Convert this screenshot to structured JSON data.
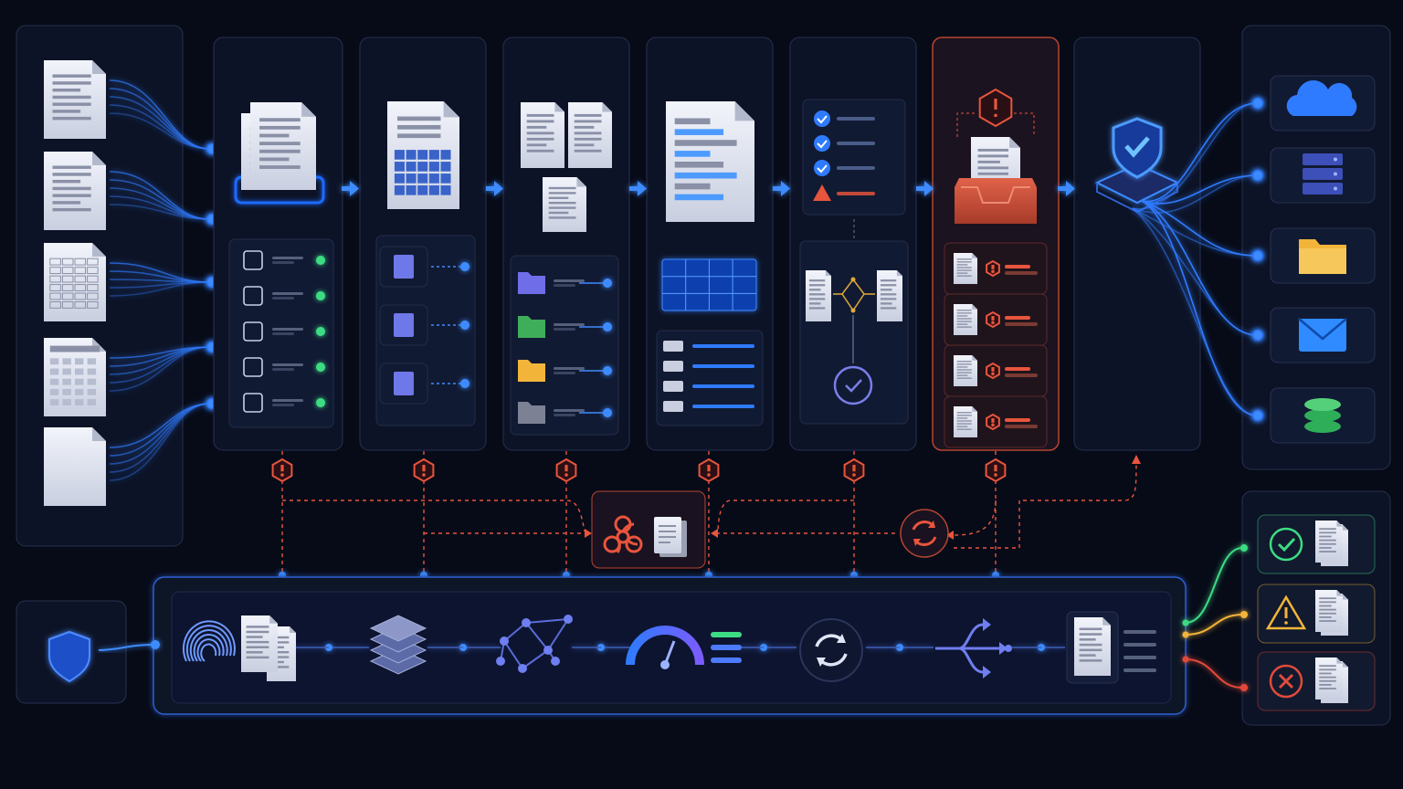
{
  "colors": {
    "background": "#070b18",
    "panel": "#0e1428",
    "panel_border": "#27324f",
    "accent_blue": "#3d8bff",
    "glow_blue": "#1f6bff",
    "alert_red": "#e8553d",
    "alert_border": "#b5452f",
    "success_green": "#3ddc84",
    "warning_amber": "#f2b53a",
    "error_red": "#e24a3b",
    "folder_purple": "#6f6ee8",
    "folder_green": "#3fae5a",
    "folder_yellow": "#f2b53a",
    "folder_gray": "#7c8294"
  },
  "inputs": {
    "documents": [
      "text-document-icon",
      "text-document-icon",
      "spreadsheet-document-icon",
      "form-document-icon",
      "blank-document-icon"
    ]
  },
  "stages": [
    {
      "id": "intake",
      "icons": [
        "document-stack-icon",
        "shield-check-icon",
        "image-icon",
        "text-file-icon",
        "grid-icon",
        "check-circle-icon"
      ]
    },
    {
      "id": "parse",
      "icons": [
        "table-document-icon",
        "text-file-icon",
        "bookmark-icon",
        "grid-icon"
      ]
    },
    {
      "id": "classify",
      "icons": [
        "document-pair-icon",
        "folder-purple-icon",
        "folder-green-icon",
        "folder-yellow-icon",
        "folder-gray-icon"
      ]
    },
    {
      "id": "extract",
      "icons": [
        "highlighted-document-icon",
        "data-table-icon",
        "field-list-icon"
      ]
    },
    {
      "id": "validate",
      "icons": [
        "checklist-icon",
        "warning-icon",
        "compare-documents-icon",
        "check-circle-icon"
      ]
    },
    {
      "id": "exceptions",
      "icons": [
        "alert-octagon-icon",
        "inbox-tray-icon",
        "flagged-document-icon"
      ]
    },
    {
      "id": "secure",
      "icons": [
        "shield-check-icon"
      ]
    }
  ],
  "destinations": [
    "cloud-icon",
    "server-icon",
    "folder-icon",
    "mail-icon",
    "database-icon"
  ],
  "quarantine": {
    "icons": [
      "biohazard-icon",
      "document-stack-icon",
      "retry-icon"
    ]
  },
  "services": {
    "entry_icon": "shield-icon",
    "items": [
      "fingerprint-icon",
      "layers-icon",
      "network-graph-icon",
      "gauge-icon",
      "sync-icon",
      "branch-icon",
      "audit-log-icon"
    ]
  },
  "outcomes": [
    {
      "status": "success",
      "icon": "check-circle-icon",
      "color": "#3ddc84"
    },
    {
      "status": "warning",
      "icon": "warning-triangle-icon",
      "color": "#f2b53a"
    },
    {
      "status": "error",
      "icon": "error-circle-icon",
      "color": "#e24a3b"
    }
  ]
}
